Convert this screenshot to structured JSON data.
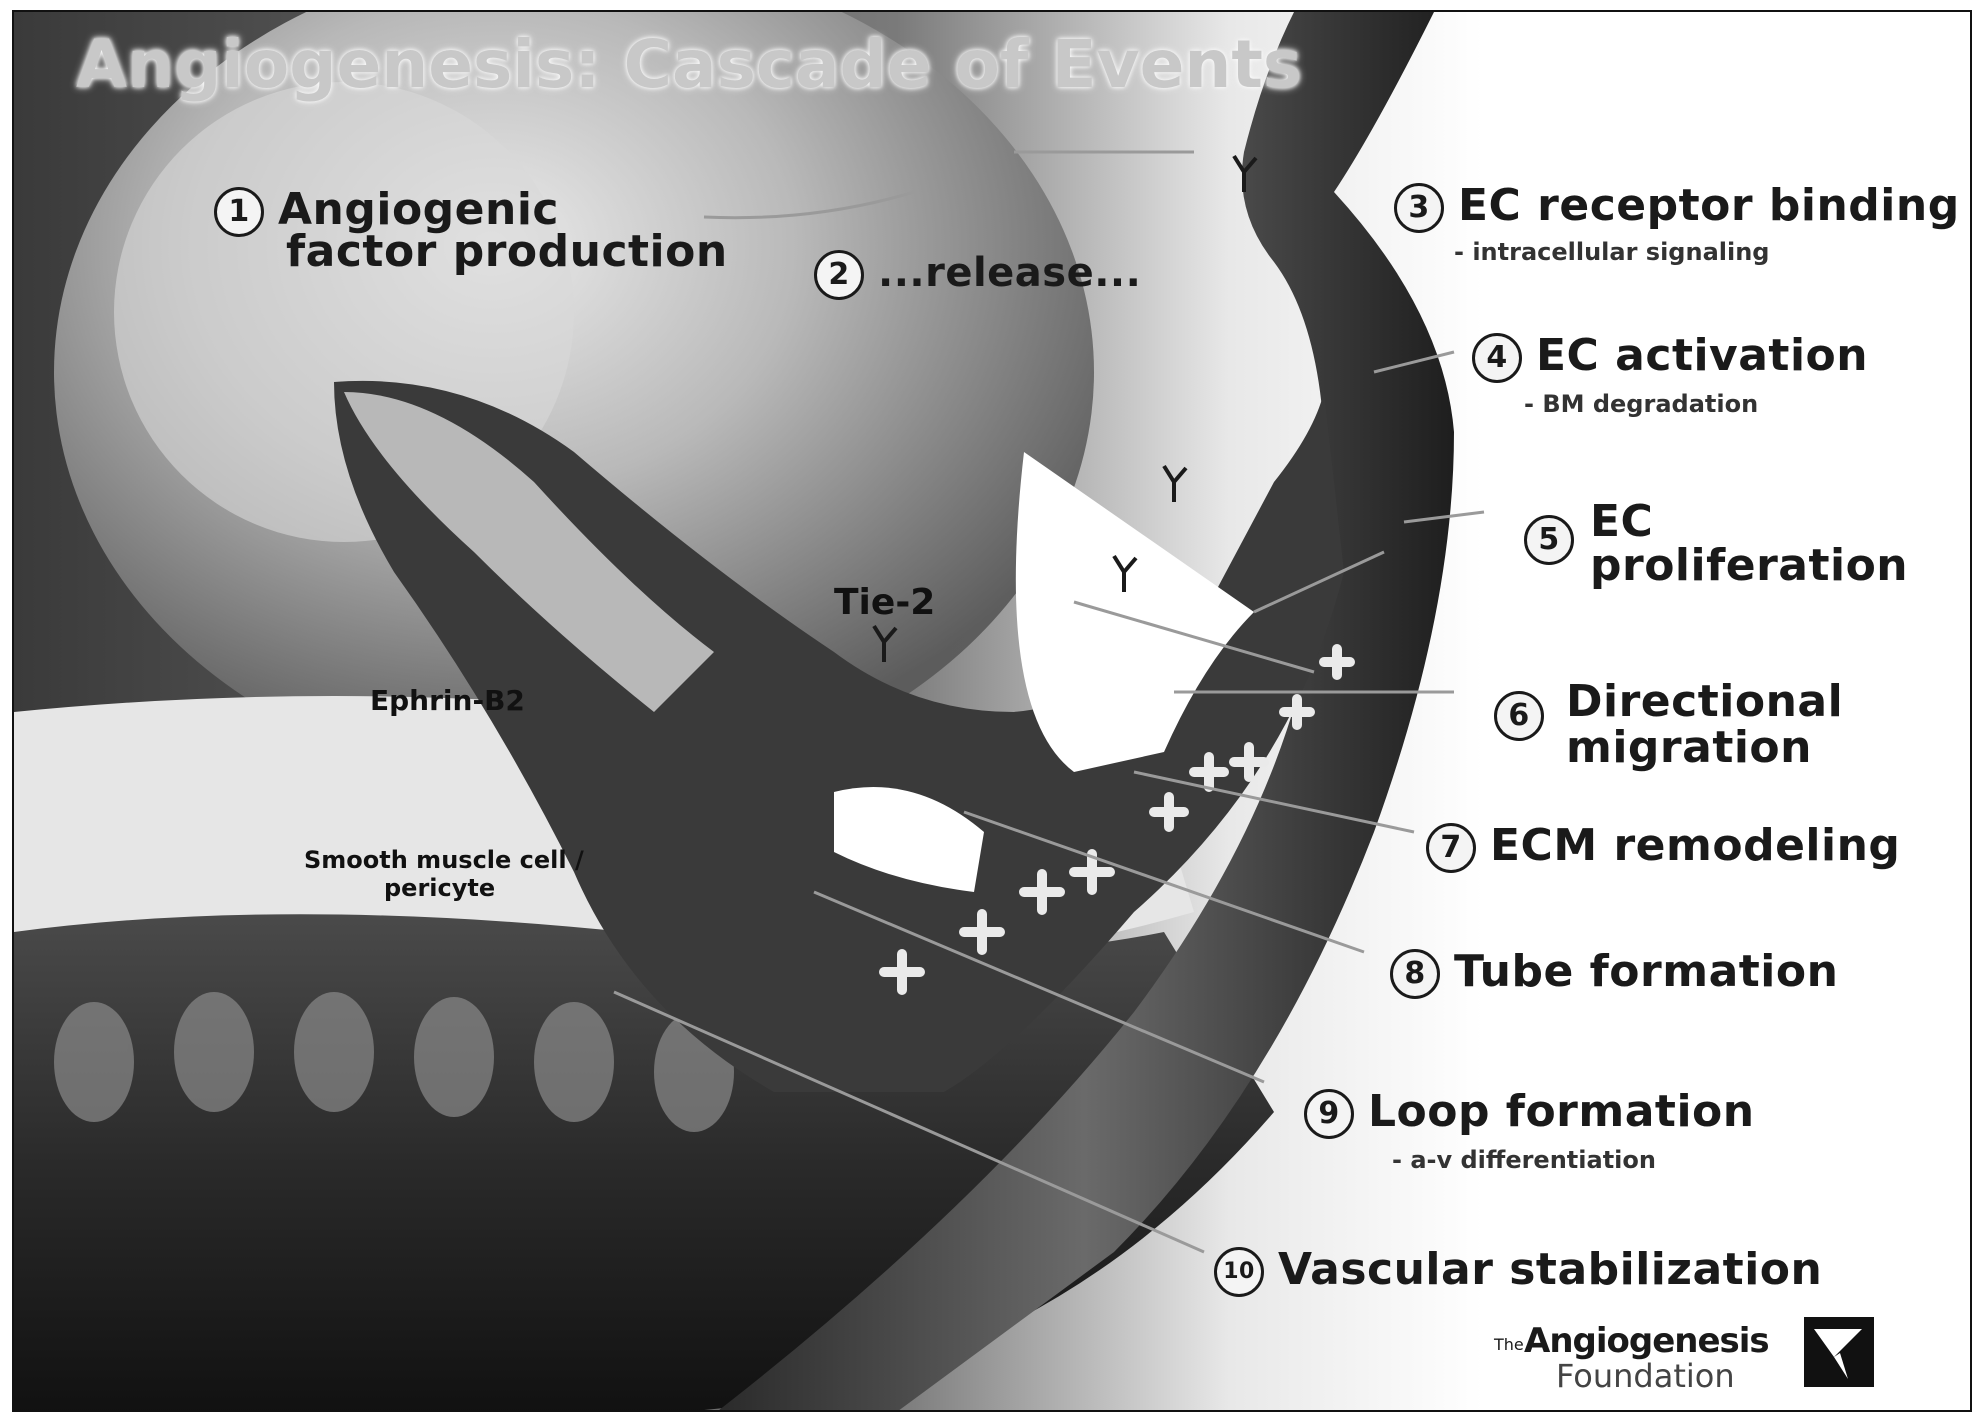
{
  "title": "Angiogenesis: Cascade of Events",
  "steps": [
    {
      "num": "1",
      "label_line1": "Angiogenic",
      "label_line2": "factor production"
    },
    {
      "num": "2",
      "label": "...release..."
    },
    {
      "num": "3",
      "label": "EC receptor binding",
      "sub": "- intracellular signaling"
    },
    {
      "num": "4",
      "label": "EC activation",
      "sub": "- BM degradation"
    },
    {
      "num": "5",
      "label_line1": "EC",
      "label_line2": "proliferation"
    },
    {
      "num": "6",
      "label_line1": "Directional",
      "label_line2": "migration"
    },
    {
      "num": "7",
      "label": "ECM remodeling"
    },
    {
      "num": "8",
      "label": "Tube formation"
    },
    {
      "num": "9",
      "label": "Loop formation",
      "sub": "- a-v differentiation"
    },
    {
      "num": "10",
      "label": "Vascular stabilization"
    }
  ],
  "molecules": {
    "tie2": "Tie-2",
    "ephrin": "Ephrin-B2",
    "smooth_line1": "Smooth muscle cell /",
    "smooth_line2": "pericyte"
  },
  "logo": {
    "small": "The",
    "line1": "Angiogenesis",
    "line2": "Foundation"
  }
}
